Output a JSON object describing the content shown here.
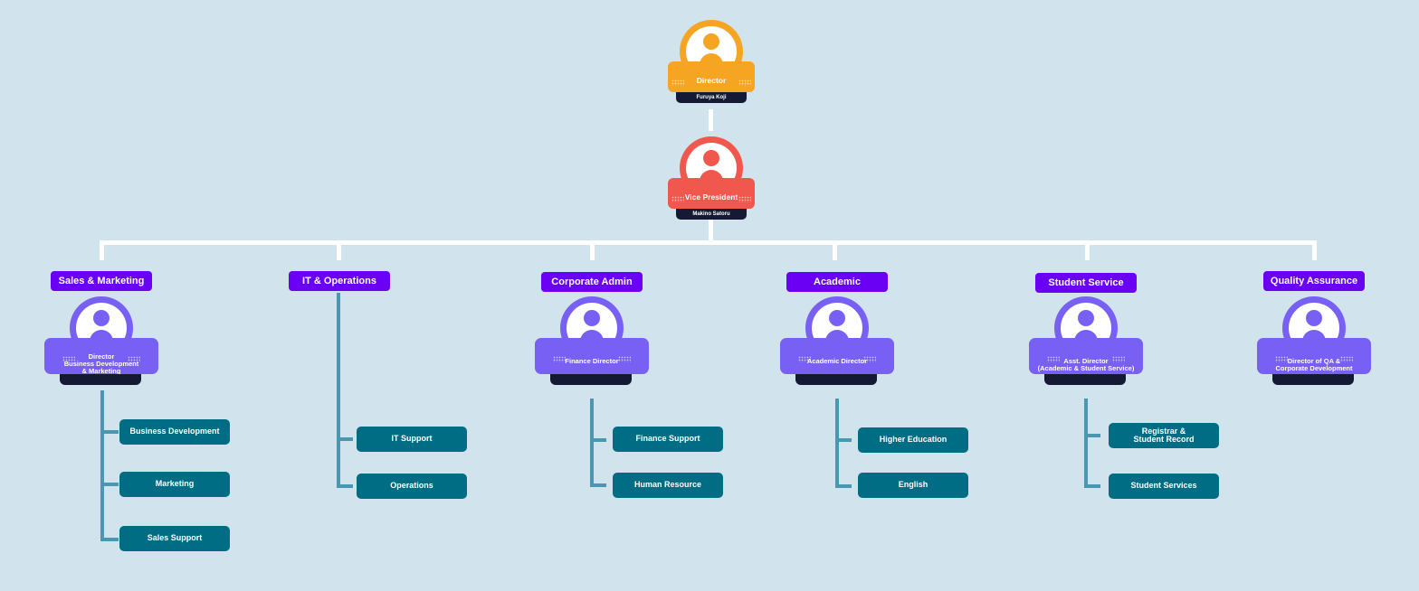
{
  "director": {
    "title": "Director",
    "name": "Furuya Koji",
    "color": "#f6a522"
  },
  "vice_president": {
    "title": "Vice President",
    "name": "Makino Satoru",
    "color": "#f0574d"
  },
  "departments": [
    {
      "name": "Sales & Marketing",
      "head": "Director\nBusiness Development\n& Marketing",
      "units": [
        "Business Development",
        "Marketing",
        "Sales Support"
      ]
    },
    {
      "name": "IT & Operations",
      "head": "",
      "units": [
        "IT Support",
        "Operations"
      ]
    },
    {
      "name": "Corporate Admin",
      "head": "Finance Director",
      "units": [
        "Finance Support",
        "Human Resource"
      ]
    },
    {
      "name": "Academic",
      "head": "Academic Director",
      "units": [
        "Higher Education",
        "English"
      ]
    },
    {
      "name": "Student Service",
      "head": "Asst. Director\n(Academic & Student Service)",
      "units": [
        "Registrar &\nStudent Record",
        "Student Services"
      ]
    },
    {
      "name": "Quality Assurance",
      "head": "Director of QA &\nCorporate Development",
      "units": []
    }
  ],
  "colors": {
    "background": "#d1e3ec",
    "department": "#6a00f4",
    "head_card": "#7960f4",
    "unit": "#006d84",
    "connector": "#4a97b1",
    "plate": "#141a33"
  },
  "icons": {
    "person": "person-avatar-icon"
  }
}
